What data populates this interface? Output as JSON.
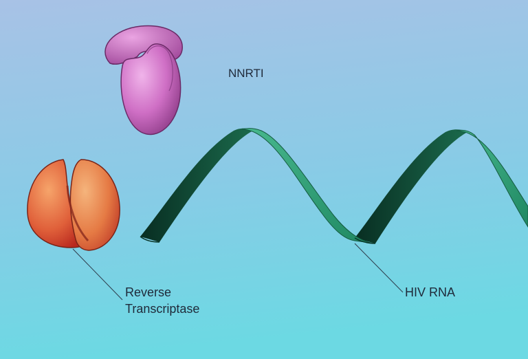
{
  "labels": {
    "nnrti": "NNRTI",
    "reverse_transcriptase_line1": "Reverse",
    "reverse_transcriptase_line2": "Transcriptase",
    "hiv_rna": "HIV RNA"
  },
  "colors": {
    "background_top": "#a6c4e6",
    "background_bottom": "#6dd8e4",
    "nnrti": "#c868bc",
    "reverse_transcriptase": "#e0603a",
    "rna_ribbon": "#2e9e78",
    "rna_ribbon_dark": "#0d3c2c",
    "leader_line": "#2d3b4a"
  }
}
